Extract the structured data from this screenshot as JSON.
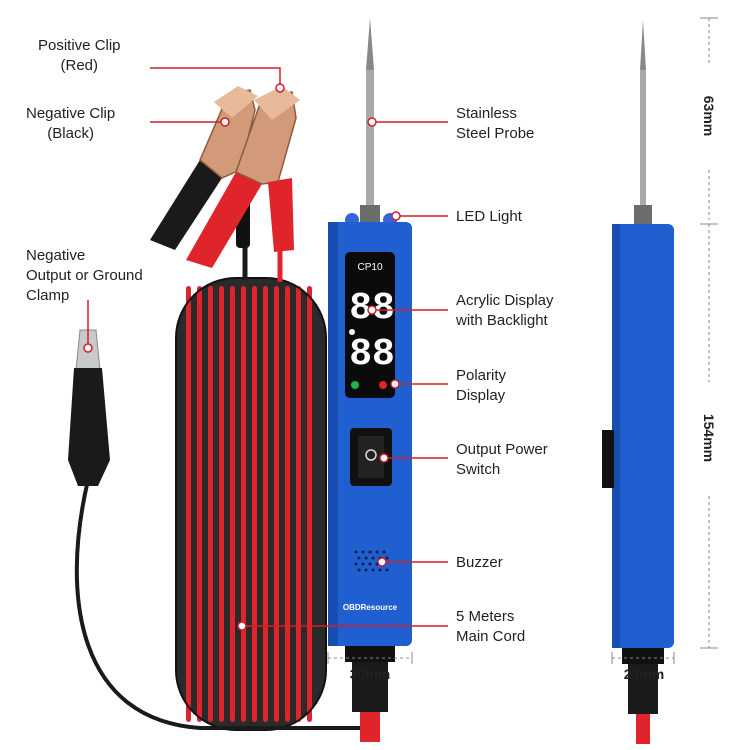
{
  "colors": {
    "device_blue": "#1f5fd0",
    "device_blue_dark": "#123e92",
    "cable_red": "#e0242b",
    "cable_black": "#1a1a1a",
    "clip_copper": "#d39a7a",
    "callout_red": "#d0202a",
    "text": "#222222"
  },
  "device": {
    "model": "CP10",
    "brand": "OBDResource",
    "display_digits_top": "88",
    "display_digits_bottom": "88"
  },
  "callouts": {
    "positive_clip": "Positive Clip\n(Red)",
    "negative_clip": "Negative Clip\n(Black)",
    "ground_clamp": "Negative\nOutput or Ground\nClamp",
    "probe": "Stainless\nSteel Probe",
    "led": "LED Light",
    "display": "Acrylic Display\nwith Backlight",
    "polarity": "Polarity\nDisplay",
    "switch": "Output Power\nSwitch",
    "buzzer": "Buzzer",
    "cord": "5 Meters\nMain Cord"
  },
  "dimensions": {
    "probe_length": "63mm",
    "body_length": "154mm",
    "front_width": "30mm",
    "side_width": "23mm"
  }
}
